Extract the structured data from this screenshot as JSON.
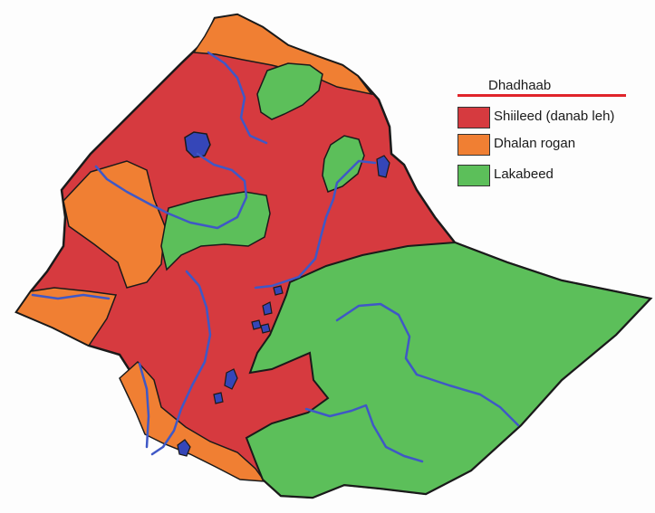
{
  "legend": {
    "title": "Dhadhaab",
    "rule_color": "#e0242a",
    "items": [
      {
        "label": "Shiileed (danab leh)",
        "color": "#d63a3f"
      },
      {
        "label": "Dhalan rogan",
        "color": "#f07f33"
      },
      {
        "label": "Lakabeed",
        "color": "#5cbf5a"
      }
    ]
  },
  "colors": {
    "water": "#3546b8",
    "river": "#3f58c6",
    "border": "#1a1a1a"
  }
}
